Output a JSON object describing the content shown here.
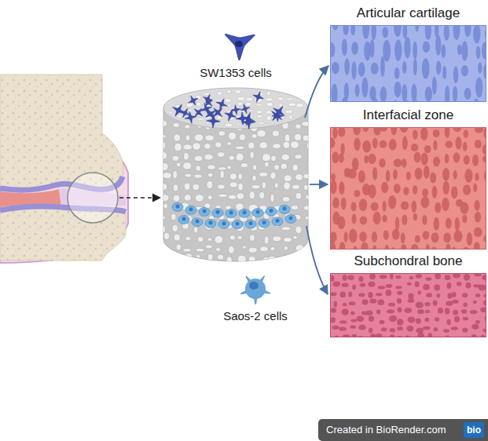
{
  "diagram": {
    "nodes": [
      {
        "text": [
          "Articular cartilage"
        ]
      },
      {
        "text": [
          "Interfacial zone"
        ]
      },
      {
        "text": [
          "Subchondral bone"
        ]
      },
      {
        "text": [
          "Created in BioRender.com"
        ]
      },
      {
        "text": [
          "bio"
        ],
        "in": 3
      }
    ],
    "labels": [
      "SW1353 cells",
      "Saos-2 cells"
    ]
  }
}
